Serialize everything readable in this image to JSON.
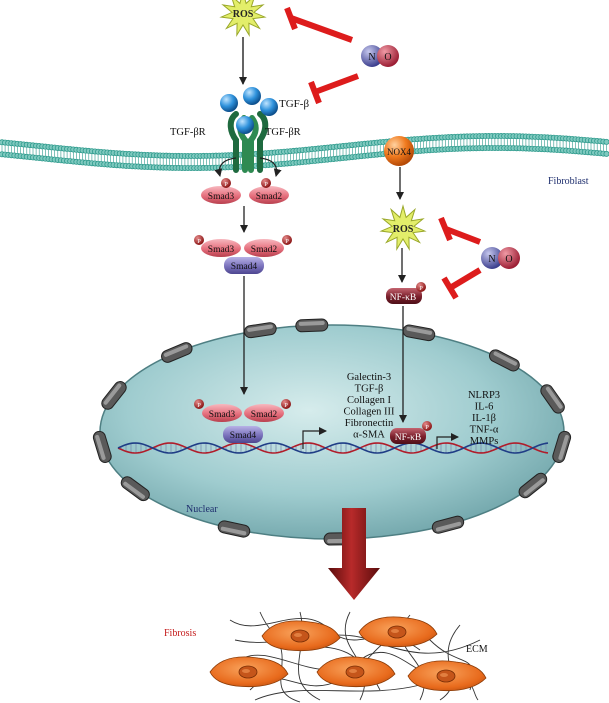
{
  "labels": {
    "ros_top": "ROS",
    "ros_right": "ROS",
    "no_n": "N",
    "no_o": "O",
    "tgfb": "TGF-β",
    "tgfbr_left": "TGF-βR",
    "tgfbr_right": "TGF-βR",
    "nox4": "NOX4",
    "fibroblast": "Fibroblast",
    "smad3": "Smad3",
    "smad2": "Smad2",
    "smad4": "Smad4",
    "phos": "P",
    "nfkb": "NF-κB",
    "nuclear": "Nuclear",
    "fibrosis": "Fibrosis",
    "ecm": "ECM"
  },
  "genes_smad": [
    "Galectin-3",
    "TGF-β",
    "Collagen I",
    "Collagen III",
    "Fibronectin",
    "α-SMA"
  ],
  "genes_nfkb": [
    "NLRP3",
    "IL-6",
    "IL-1β",
    "TNF-α",
    "MMPs"
  ],
  "colors": {
    "inhibit": "#dd1c1c",
    "ros_star": "#e3ee6a",
    "nucleus_fill": "#8fc0c4",
    "membrane": "#2d9a8c",
    "smad_pink": "#e66f7d",
    "smad4_purple": "#7a72bc",
    "nfkb_maroon": "#7a1f2b",
    "nox4_orange": "#f07a1e",
    "tgfb_blue": "#2a8fd6",
    "receptor_green": "#1f6a3f",
    "big_arrow": "#7d1414",
    "fibroblast_cell": "#e86a1c",
    "label_red": "#c41a1a",
    "label_navy": "#1f2f6e"
  }
}
